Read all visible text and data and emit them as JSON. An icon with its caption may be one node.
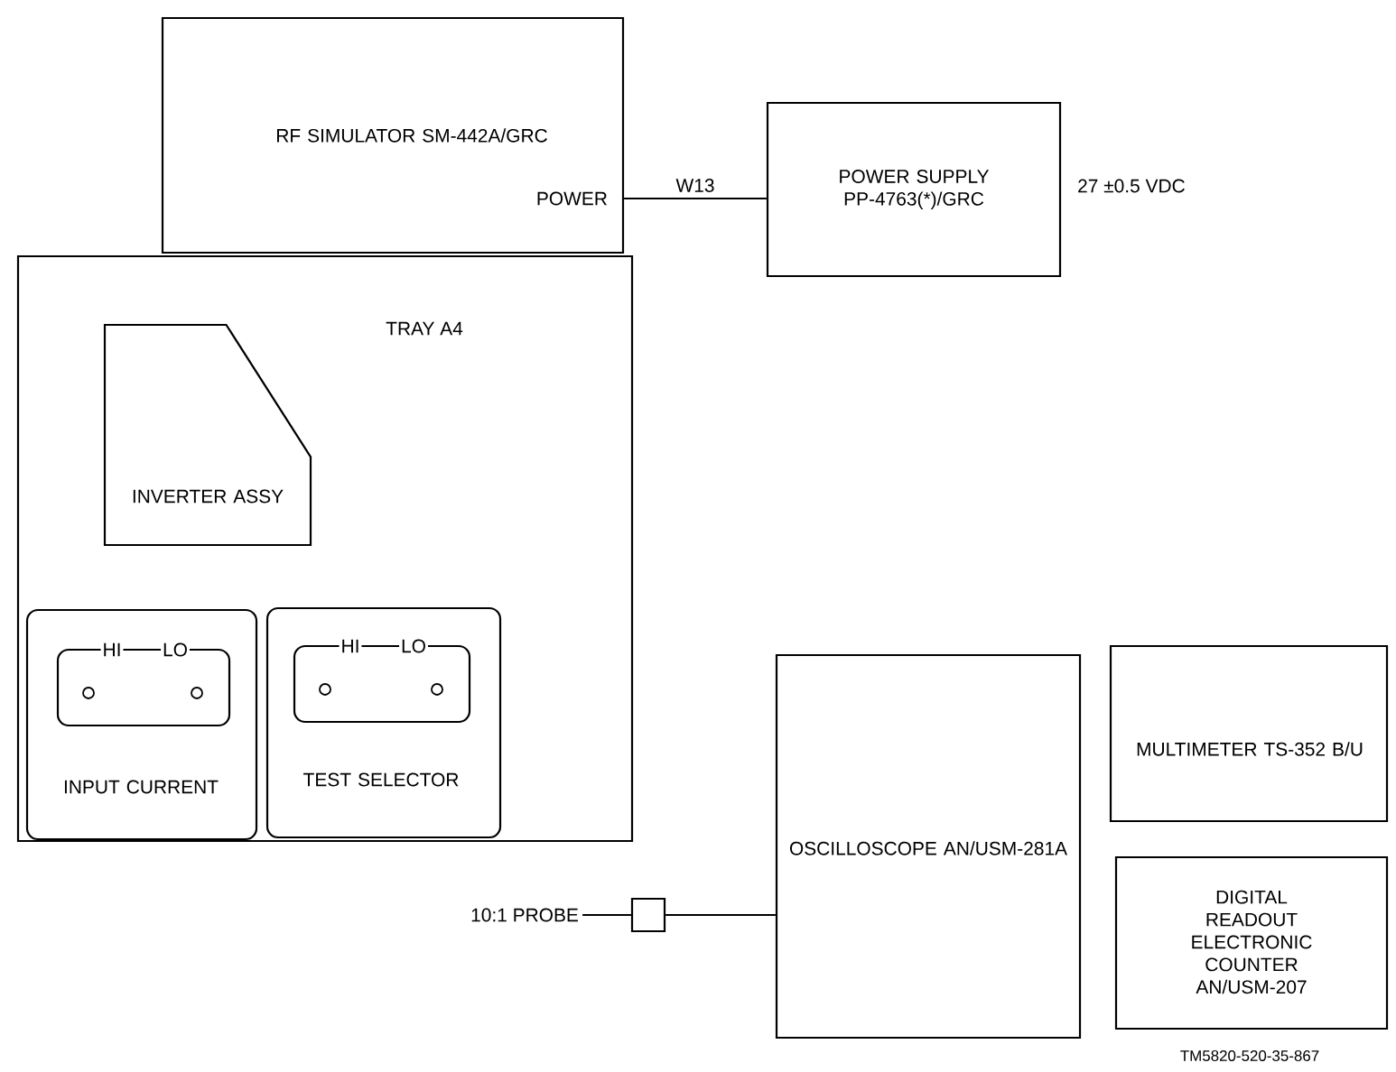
{
  "diagram": {
    "nodes": [
      {
        "text": [
          "RF SIMULATOR SM-442A/GRC",
          "POWER"
        ]
      },
      {
        "text": [
          "POWER SUPPLY PP-4763(*)/GRC"
        ],
        "beside": [
          "27 ±0.5 VDC"
        ]
      },
      {
        "text": [
          "TRAY A4"
        ]
      },
      {
        "text": [
          "INVERTER ASSY"
        ],
        "in": 2
      },
      {
        "text": [
          "INPUT CURRENT"
        ],
        "in": 2
      },
      {
        "text": [
          "HI",
          "LO"
        ],
        "in": 4
      },
      {
        "text": [
          "TEST SELECTOR"
        ],
        "in": 2
      },
      {
        "text": [
          "HI",
          "LO"
        ],
        "in": 6
      },
      {
        "text": [
          "10:1 PROBE"
        ]
      },
      {
        "text": [],
        "shape": "box"
      },
      {
        "text": [
          "OSCILLOSCOPE AN/USM-281A"
        ]
      },
      {
        "text": [
          "MULTIMETER TS-352 B/U"
        ]
      },
      {
        "text": [
          "DIGITAL READOUT ELECTRONIC COUNTER AN/USM-207"
        ]
      }
    ],
    "edges": [
      {
        "from": 0,
        "to": 1,
        "arrow": "none",
        "label": "W13"
      },
      {
        "from": 8,
        "to": 9,
        "arrow": "none"
      },
      {
        "from": 9,
        "to": 10,
        "arrow": "none"
      }
    ],
    "labels": [
      "TM5820-520-35-867"
    ]
  }
}
